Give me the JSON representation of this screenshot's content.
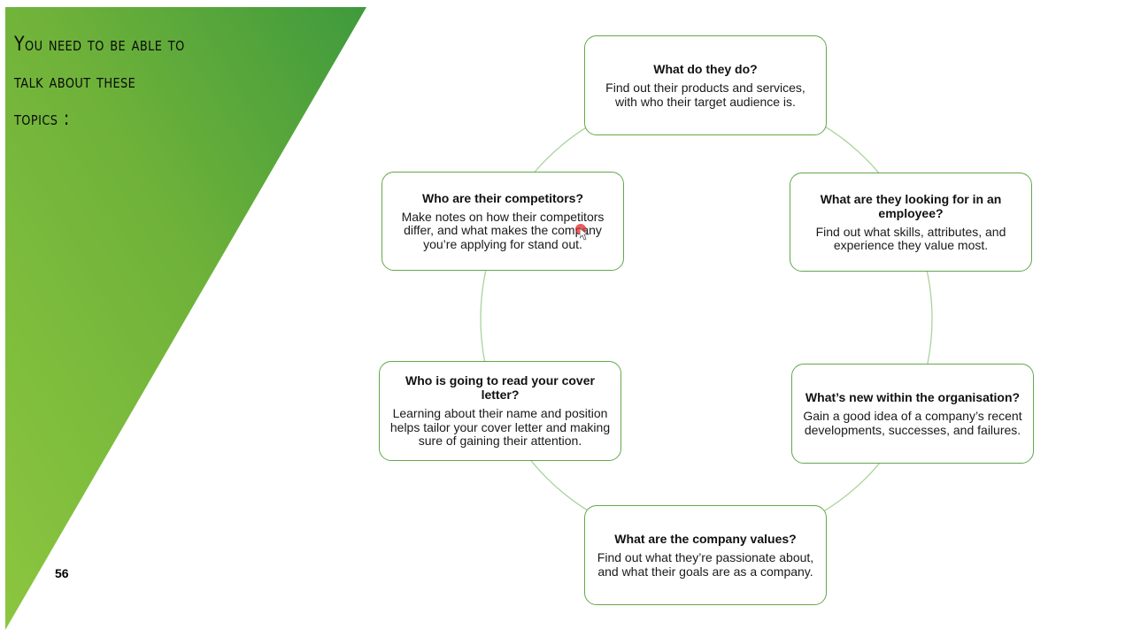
{
  "slide": {
    "title_lines": [
      "You need to be able to",
      "talk about these",
      "topics :"
    ],
    "page_number": "56",
    "accent_color": "#61a84a"
  },
  "boxes": [
    {
      "heading": "What do they do?",
      "body": "Find out their products and services, with who their target audience is."
    },
    {
      "heading": "What are they looking for in an employee?",
      "body": "Find out what skills, attributes, and experience they value most."
    },
    {
      "heading": "What’s new within the organisation?",
      "body": "Gain a good idea of a company’s recent developments, successes, and failures."
    },
    {
      "heading": "What are the company values?",
      "body": "Find out what they’re passionate about, and what their goals are as a company."
    },
    {
      "heading": "Who is going to read your cover letter?",
      "body": "Learning about their name and position helps tailor your cover letter and making sure of gaining their attention."
    },
    {
      "heading": "Who are their competitors?",
      "body": "Make notes on how their competitors differ, and what makes the company you’re applying for stand out."
    }
  ],
  "toolbar": {
    "pen_icon": "pen-icon",
    "menu_icon": "menu-icon",
    "next_icon": "next-arrow-icon"
  }
}
